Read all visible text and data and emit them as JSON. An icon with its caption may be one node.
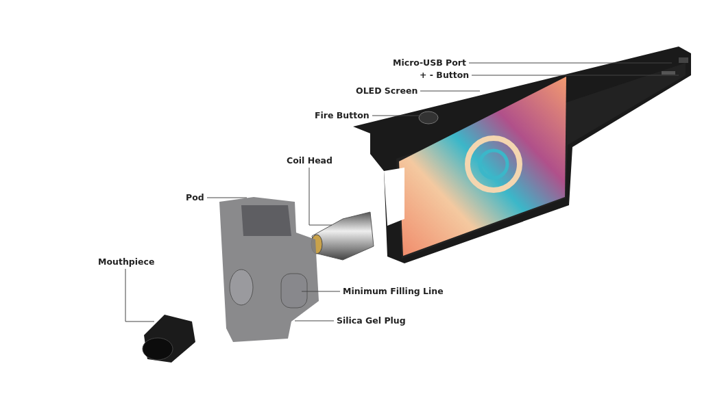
{
  "diagram": {
    "nodes": [
      {
        "text": [
          "Micro-USB Port"
        ]
      },
      {
        "text": [
          "+ - Button"
        ]
      },
      {
        "text": [
          "OLED Screen"
        ]
      },
      {
        "text": [
          "Fire Button"
        ]
      },
      {
        "text": [
          "Coil Head"
        ]
      },
      {
        "text": [
          "Pod"
        ]
      },
      {
        "text": [
          "Mouthpiece"
        ]
      },
      {
        "text": [
          "Minimum Filling Line"
        ]
      },
      {
        "text": [
          "Silica Gel Plug"
        ]
      },
      {
        "text": [],
        "shape": "picture"
      },
      {
        "text": [],
        "shape": "picture"
      }
    ],
    "edges": [
      {
        "from": 0,
        "to": null,
        "arrow": "none"
      },
      {
        "from": 1,
        "to": null,
        "arrow": "none"
      },
      {
        "from": 2,
        "to": null,
        "arrow": "none"
      },
      {
        "from": 3,
        "to": null,
        "arrow": "none"
      },
      {
        "from": 4,
        "to": 10,
        "arrow": "none"
      },
      {
        "from": 5,
        "to": 9,
        "arrow": "none"
      },
      {
        "from": 6,
        "to": null,
        "arrow": "none"
      },
      {
        "from": 7,
        "to": 9,
        "arrow": "none"
      },
      {
        "from": 8,
        "to": 9,
        "arrow": "none"
      }
    ]
  }
}
